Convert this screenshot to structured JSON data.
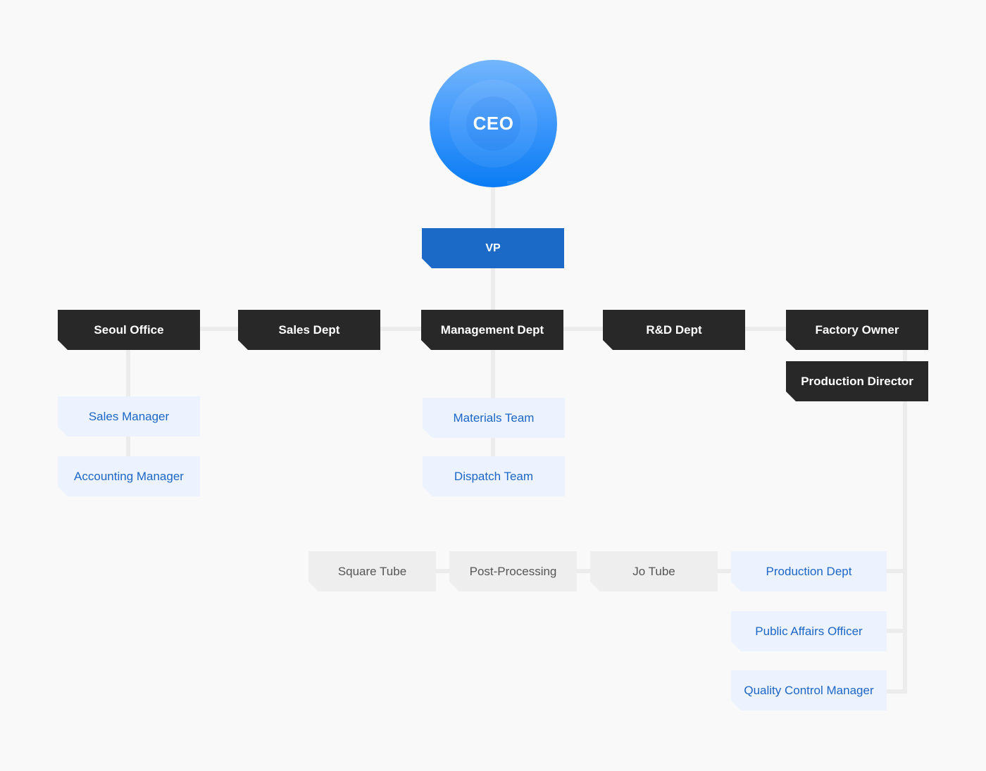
{
  "ceo": {
    "label": "CEO"
  },
  "vp": {
    "label": "VP"
  },
  "departments": {
    "seoul_office": "Seoul Office",
    "sales_dept": "Sales Dept",
    "management_dept": "Management Dept",
    "rnd_dept": "R&D Dept",
    "factory_owner": "Factory Owner",
    "production_director": "Production Director"
  },
  "seoul_office_staff": {
    "sales_manager": "Sales Manager",
    "accounting_manager": "Accounting Manager"
  },
  "management_teams": {
    "materials_team": "Materials Team",
    "dispatch_team": "Dispatch Team"
  },
  "production_units": {
    "square_tube": "Square Tube",
    "post_processing": "Post-Processing",
    "jo_tube": "Jo Tube",
    "production_dept": "Production Dept"
  },
  "factory_staff": {
    "public_affairs_officer": "Public Affairs Officer",
    "quality_control_manager": "Quality Control Manager"
  },
  "colors": {
    "ceo_gradient_top": "#74b6fd",
    "ceo_gradient_bottom": "#0a7cf4",
    "vp_box": "#1c6ac8",
    "dept_box": "#282828",
    "staff_box": "#ecf3fe",
    "staff_text": "#1b66c6",
    "unit_box": "#eeeeee",
    "unit_text": "#555555",
    "connector": "#ececec"
  }
}
